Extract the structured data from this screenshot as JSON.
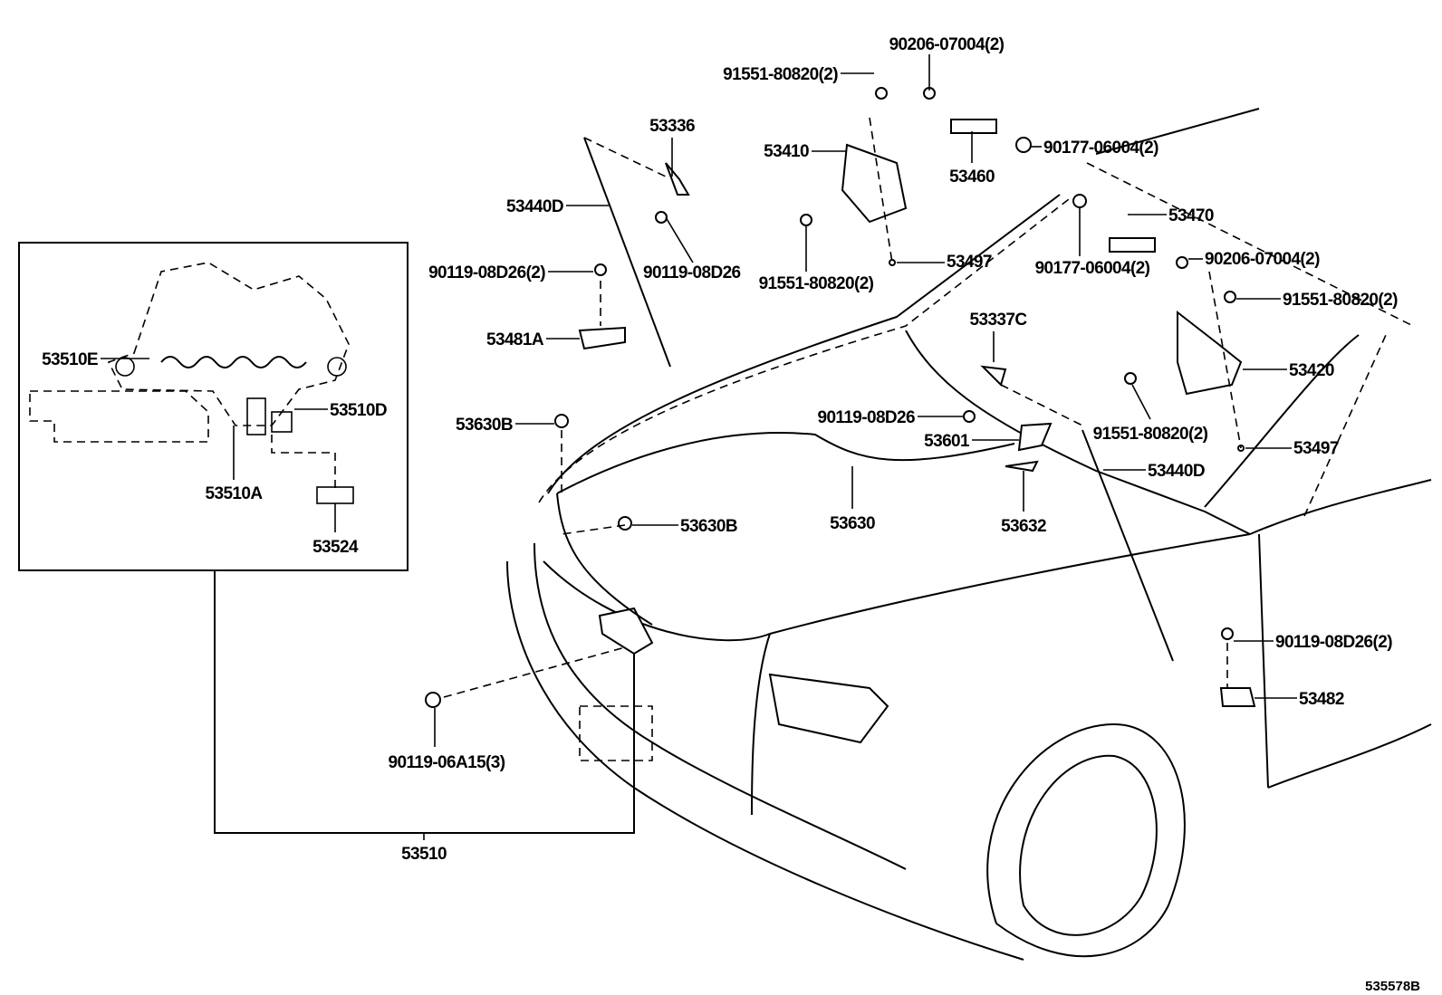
{
  "diagram": {
    "illustration_code": "535578B",
    "callouts": [
      "90206-07004(2)",
      "91551-80820(2)",
      "53336",
      "53410",
      "53460",
      "90177-06004(2)",
      "53440D",
      "53470",
      "90119-08D26",
      "90119-08D26(2)",
      "91551-80820(2)",
      "53497",
      "90177-06004(2)",
      "90206-07004(2)",
      "91551-80820(2)",
      "53481A",
      "53337C",
      "53510E",
      "53420",
      "53510D",
      "90119-08D26",
      "53630B",
      "91551-80820(2)",
      "53601",
      "53497",
      "53440D",
      "53510A",
      "53630",
      "53632",
      "53630B",
      "53524",
      "90119-08D26(2)",
      "53482",
      "90119-06A15(3)",
      "53510"
    ]
  }
}
